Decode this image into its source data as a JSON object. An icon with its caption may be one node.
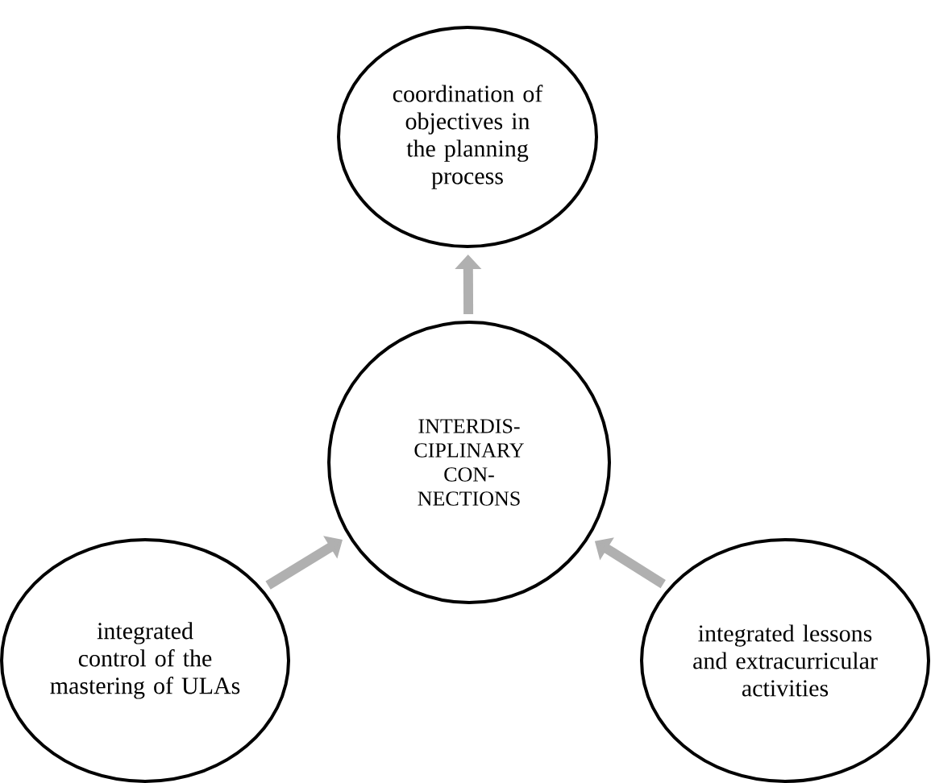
{
  "diagram": {
    "nodes": [
      {
        "text": [
          "coordination of objectives in the planning process"
        ]
      },
      {
        "text": [
          "INTERDIS- CIPLINARY CON- NECTIONS"
        ]
      },
      {
        "text": [
          "integrated control of the mastering of ULAs"
        ]
      },
      {
        "text": [
          "integrated lessons and extracurricular activities"
        ]
      }
    ],
    "edges": [
      {
        "from": 1,
        "to": 0,
        "arrow": "to"
      },
      {
        "from": 2,
        "to": 1,
        "arrow": "to"
      },
      {
        "from": 3,
        "to": 1,
        "arrow": "to"
      }
    ]
  }
}
